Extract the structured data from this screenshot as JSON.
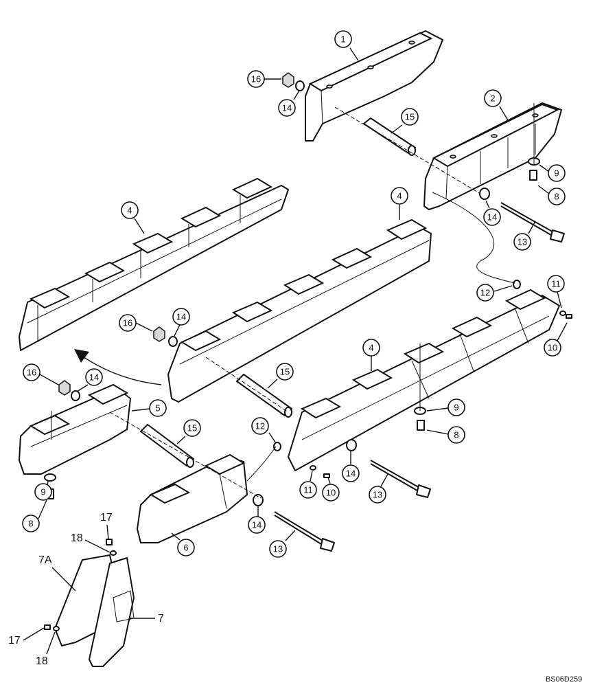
{
  "callouts": {
    "c1": "1",
    "c2": "2",
    "c4a": "4",
    "c4b": "4",
    "c4c": "4",
    "c5": "5",
    "c6": "6",
    "c8a": "8",
    "c8b": "8",
    "c8c": "8",
    "c9a": "9",
    "c9b": "9",
    "c9c": "9",
    "c10a": "10",
    "c10b": "10",
    "c11a": "11",
    "c11b": "11",
    "c12a": "12",
    "c12b": "12",
    "c13a": "13",
    "c13b": "13",
    "c13c": "13",
    "c14a": "14",
    "c14b": "14",
    "c14c": "14",
    "c14d": "14",
    "c14e": "14",
    "c14f": "14",
    "c15a": "15",
    "c15b": "15",
    "c15c": "15",
    "c16a": "16",
    "c16b": "16",
    "c16c": "16"
  },
  "labels": {
    "l17a": "17",
    "l17b": "17",
    "l18a": "18",
    "l18b": "18",
    "l7a": "7A",
    "l7": "7"
  },
  "drawing_code": "BS06D259"
}
